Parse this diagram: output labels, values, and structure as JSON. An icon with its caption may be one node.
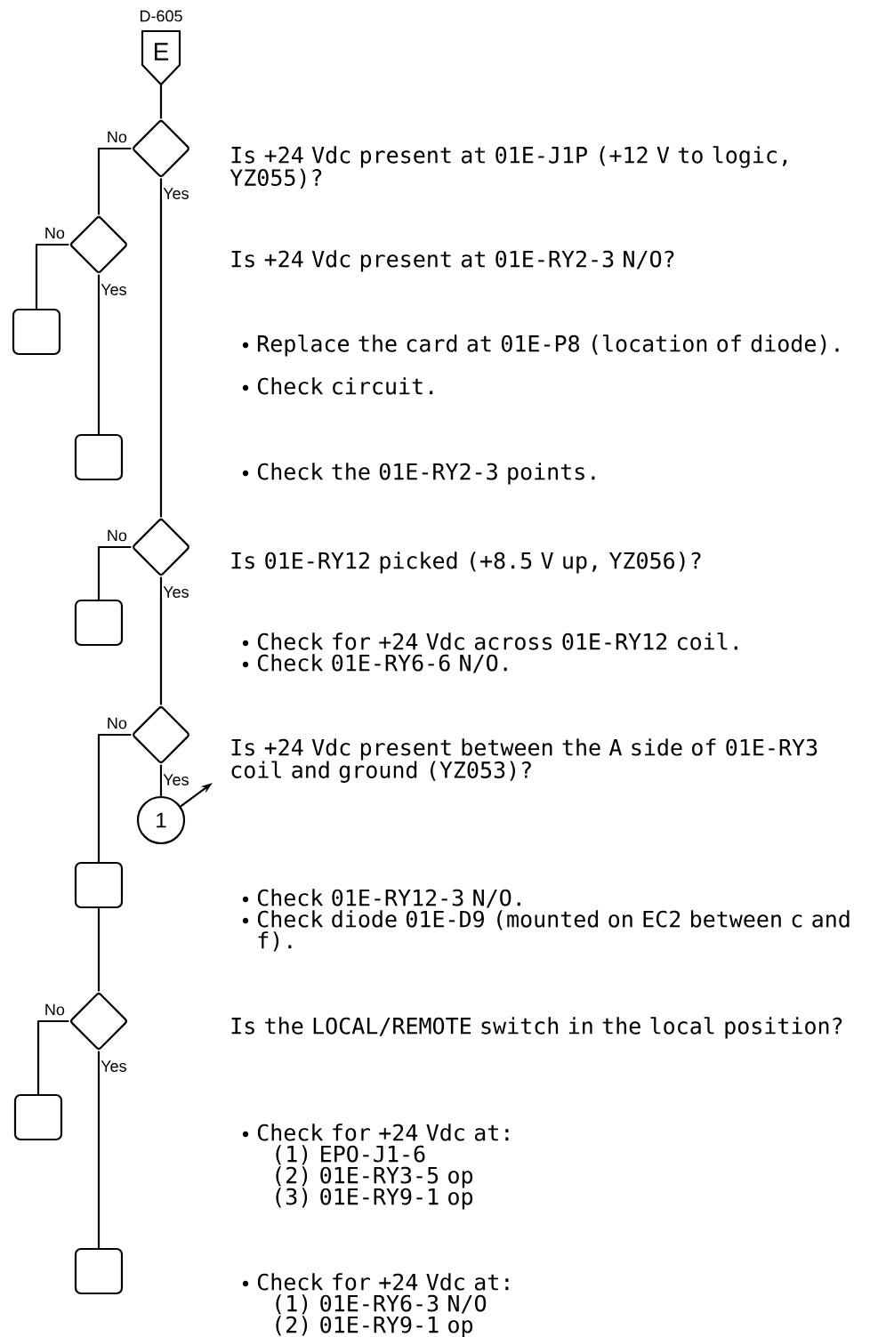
{
  "diagram": {
    "nodes": [
      {
        "text": [
          "E"
        ],
        "beside": [
          "D-605"
        ]
      },
      {
        "text": [],
        "shape": "diamond",
        "beside": [
          "Is +24 Vdc present at 01E-J1P (+12 V to logic, YZ055)?"
        ]
      },
      {
        "text": [],
        "shape": "diamond"
      },
      {
        "text": [],
        "shape": "box",
        "beside": [
          "Replace the card at 01E-P8 (location of diode).",
          "Check circuit."
        ]
      },
      {
        "text": [],
        "shape": "box"
      },
      {
        "text": [],
        "shape": "diamond",
        "beside": [
          "Is 01E-RY12 picked (+8.5 V up, YZ056)?"
        ]
      },
      {
        "text": [],
        "shape": "box",
        "beside": [
          "Check for +24 Vdc across 01E-RY12 coil.",
          "Check 01E-RY6-6 N/O."
        ]
      },
      {
        "text": [],
        "shape": "diamond",
        "beside": [
          "Is +24 Vdc present between the A side of 01E-RY3 coil and ground (YZ053)?"
        ]
      },
      {
        "text": [
          "1"
        ]
      },
      {
        "text": [],
        "shape": "box",
        "beside": [
          "Check 01E-RY12-3 N/O.",
          "Check diode 01E-D9 (mounted on EC2 between c and f)."
        ]
      },
      {
        "text": [],
        "shape": "diamond"
      },
      {
        "text": [],
        "shape": "box",
        "beside": [
          "Check for +24 Vdc at:",
          "(1) EPO-J1-6",
          "(2) 01E-RY3-5 op",
          "(3) 01E-RY9-1 op"
        ]
      },
      {
        "text": [],
        "shape": "box",
        "beside": [
          "Check for +24 Vdc at:",
          "(1) 01E-RY6-3 N/O",
          "(2) 01E-RY9-1 op"
        ]
      }
    ],
    "edges": [
      {
        "from": 0,
        "to": 1,
        "arrow": "none"
      },
      {
        "from": 1,
        "to": 2,
        "arrow": "none",
        "label": "No"
      },
      {
        "from": 2,
        "to": 3,
        "arrow": "none",
        "label": "No"
      },
      {
        "from": 2,
        "to": 4,
        "arrow": "none",
        "label": "Yes"
      },
      {
        "from": 1,
        "to": 5,
        "arrow": "none",
        "label": "Yes"
      },
      {
        "from": 5,
        "to": 6,
        "arrow": "none",
        "label": "No"
      },
      {
        "from": 5,
        "to": 7,
        "arrow": "none",
        "label": "Yes"
      },
      {
        "from": 7,
        "to": 8,
        "arrow": "none",
        "label": "Yes"
      },
      {
        "from": 7,
        "to": 9,
        "arrow": "none",
        "label": "No"
      },
      {
        "from": 9,
        "to": 10,
        "arrow": "none"
      },
      {
        "from": 10,
        "to": 11,
        "arrow": "none",
        "label": "No"
      },
      {
        "from": 10,
        "to": 12,
        "arrow": "none",
        "label": "Yes"
      },
      {
        "from": 8,
        "to": null,
        "arrow": "to"
      }
    ],
    "labels": [
      "Is +24 Vdc present at 01E-RY2-3 N/O?",
      "Check the 01E-RY2-3 points.",
      "Is the LOCAL/REMOTE switch in the local position?"
    ]
  }
}
